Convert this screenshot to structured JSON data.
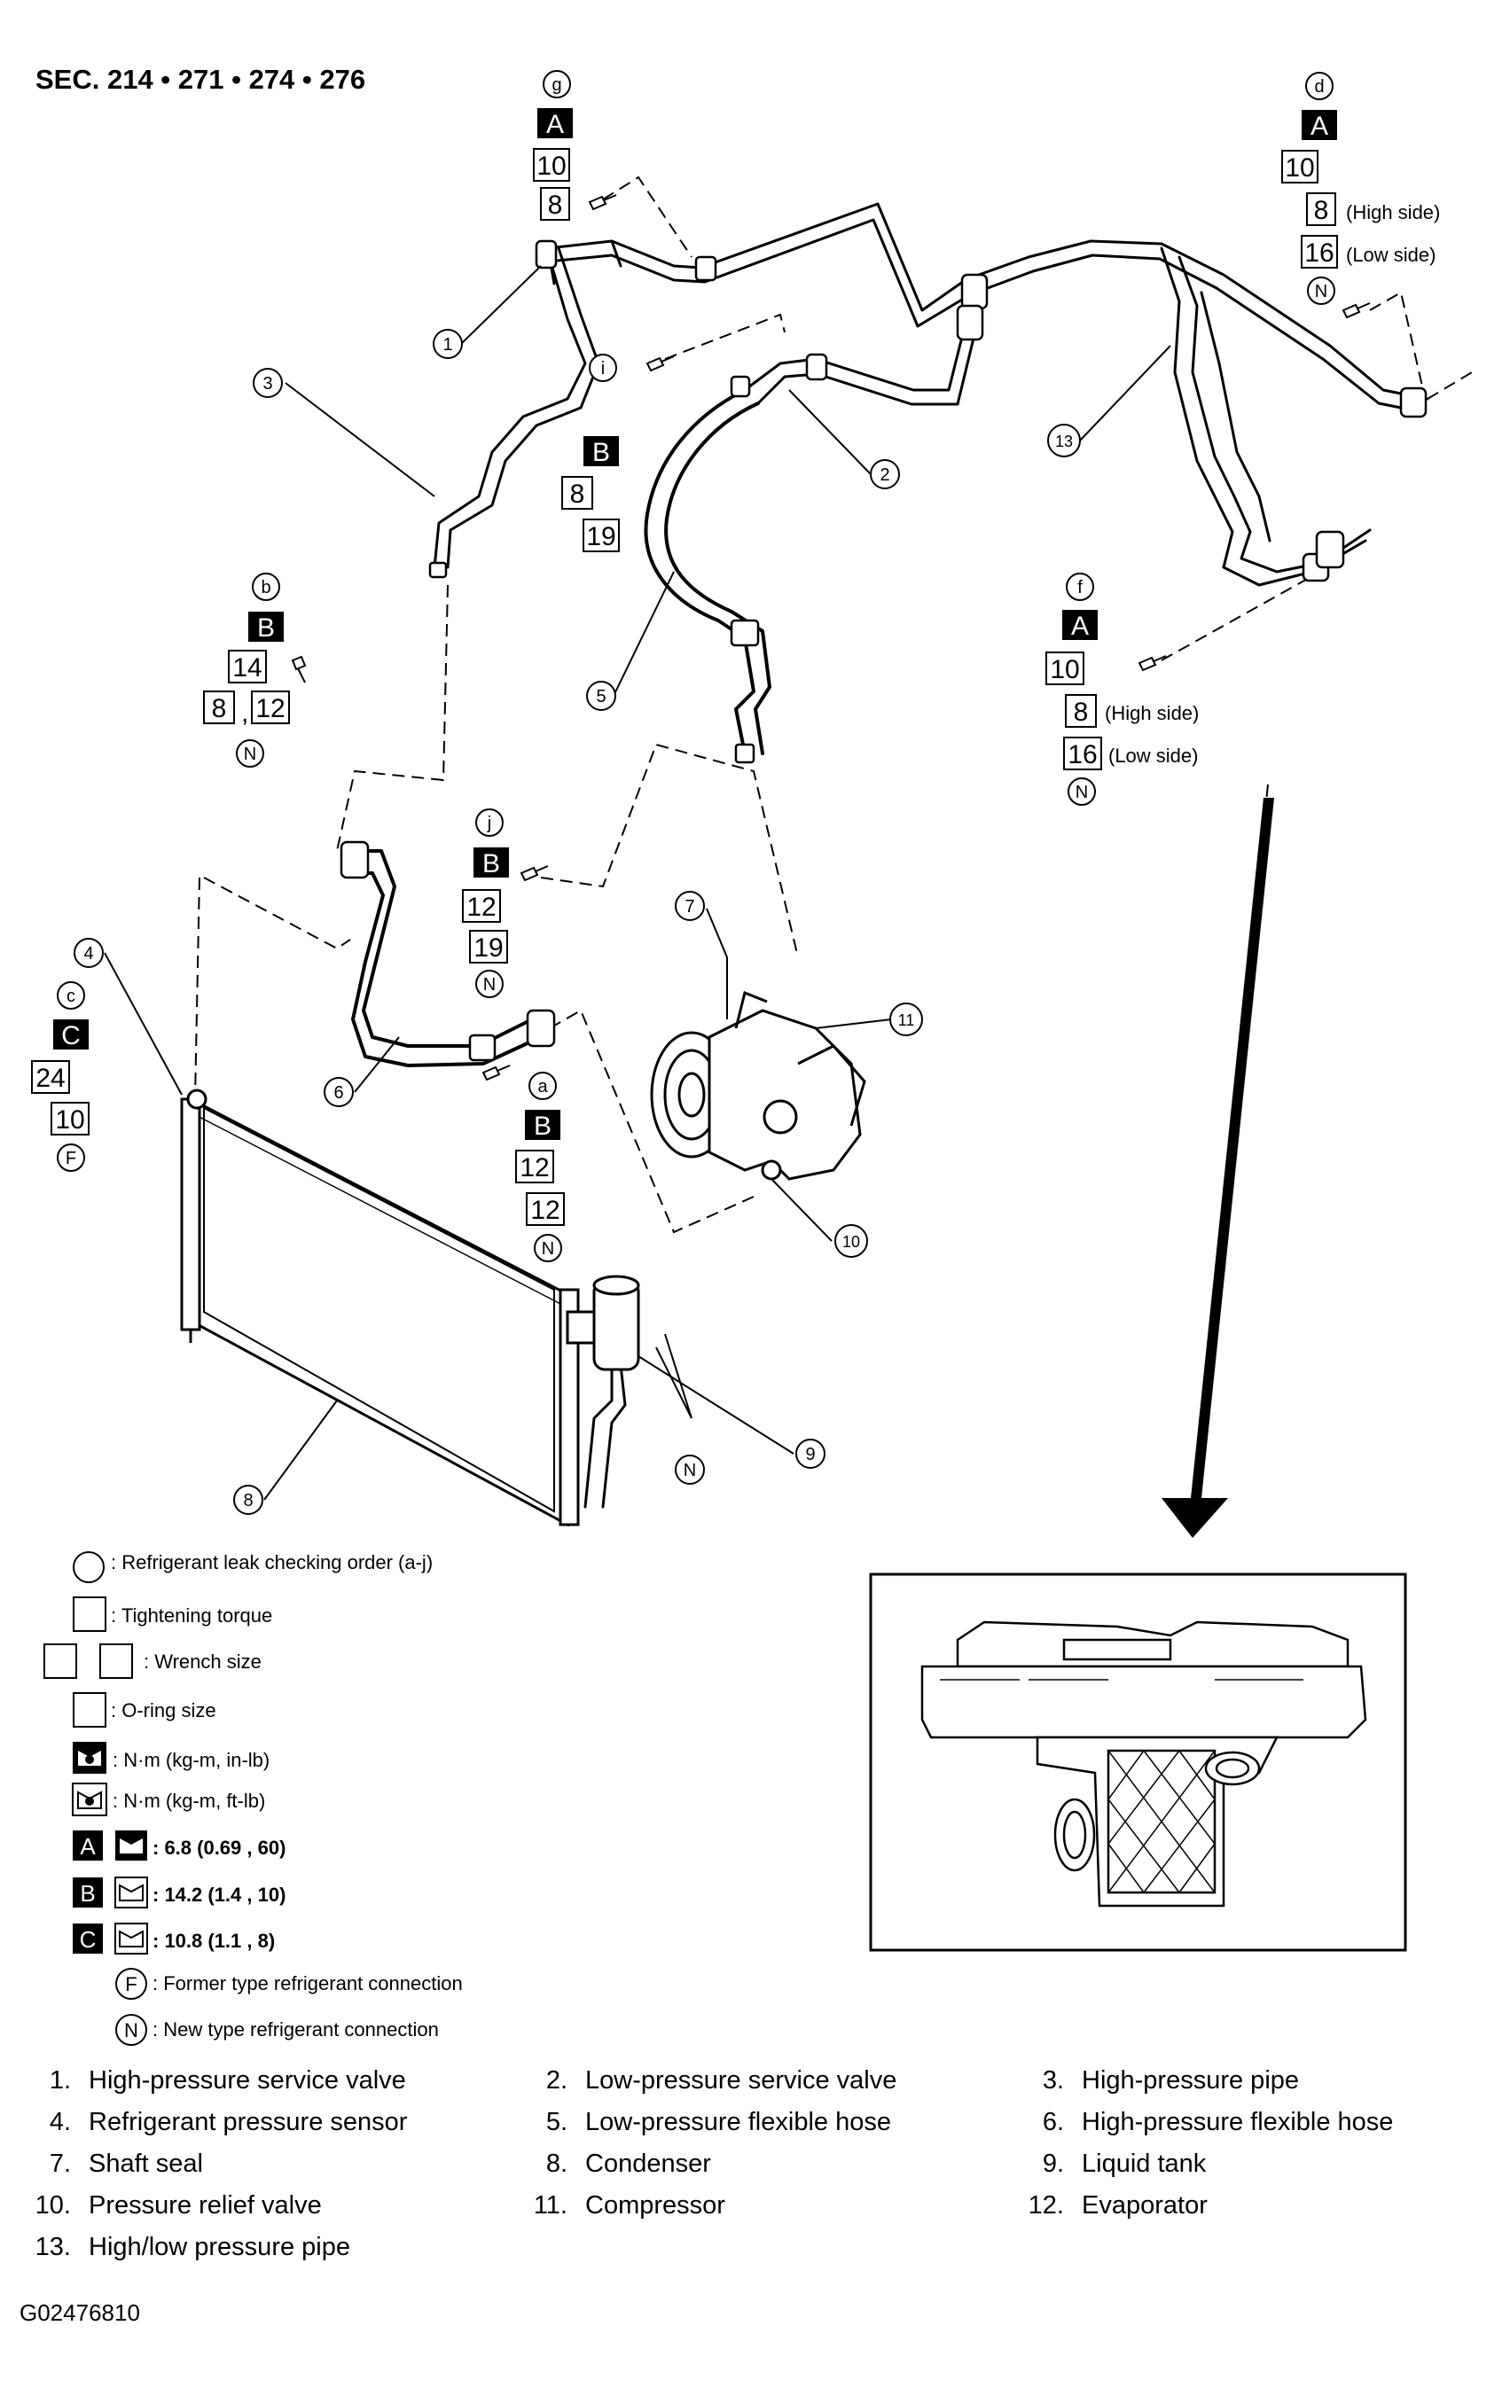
{
  "header": {
    "section": "SEC. 214 • 271 • 274 • 276"
  },
  "footer": {
    "code": "G02476810"
  },
  "side_labels": {
    "high": "(High side)",
    "low": "(Low side)"
  },
  "callouts": {
    "g": {
      "letter": "g",
      "grade": "A",
      "values": [
        "10",
        "8"
      ]
    },
    "d": {
      "letter": "d",
      "grade": "A",
      "values": [
        "10",
        "8",
        "16"
      ],
      "marks": [
        "N"
      ]
    },
    "i": {
      "letter": "i",
      "grade": "B",
      "values": [
        "8",
        "19"
      ]
    },
    "b": {
      "letter": "b",
      "grade": "B",
      "values": [
        "14",
        "8",
        "12"
      ],
      "marks": [
        "N"
      ]
    },
    "f": {
      "letter": "f",
      "grade": "A",
      "values": [
        "10",
        "8",
        "16"
      ],
      "marks": [
        "N"
      ]
    },
    "j": {
      "letter": "j",
      "grade": "B",
      "values": [
        "12",
        "19"
      ],
      "marks": [
        "N"
      ]
    },
    "c": {
      "letter": "c",
      "grade": "C",
      "values": [
        "24",
        "10"
      ],
      "marks": [
        "F"
      ]
    },
    "a": {
      "letter": "a",
      "grade": "B",
      "values": [
        "12",
        "12"
      ],
      "marks": [
        "N"
      ]
    }
  },
  "comma": ",",
  "condenser_marks": [
    "N"
  ],
  "part_numbers": [
    "1",
    "2",
    "3",
    "4",
    "5",
    "6",
    "7",
    "8",
    "9",
    "10",
    "11",
    "12",
    "13"
  ],
  "legend": {
    "leak_order": ": Refrigerant leak checking order (a-j)",
    "tightening": ": Tightening torque",
    "wrench": ": Wrench size",
    "oring": ": O-ring size",
    "unit_inlb": ": N·m (kg-m, in-lb)",
    "unit_ftlb": ": N·m (kg-m, ft-lb)",
    "torque_a": {
      "grade": "A",
      "value": ": 6.8 (0.69 , 60)"
    },
    "torque_b": {
      "grade": "B",
      "value": ": 14.2 (1.4 , 10)"
    },
    "torque_c": {
      "grade": "C",
      "value": ": 10.8 (1.1 , 8)"
    },
    "former": {
      "mark": "F",
      "text": ": Former type refrigerant connection"
    },
    "new": {
      "mark": "N",
      "text": ": New type refrigerant connection"
    }
  },
  "parts": [
    {
      "num": "1.",
      "name": "High-pressure service valve"
    },
    {
      "num": "2.",
      "name": "Low-pressure service valve"
    },
    {
      "num": "3.",
      "name": "High-pressure pipe"
    },
    {
      "num": "4.",
      "name": "Refrigerant pressure sensor"
    },
    {
      "num": "5.",
      "name": "Low-pressure flexible hose"
    },
    {
      "num": "6.",
      "name": "High-pressure flexible hose"
    },
    {
      "num": "7.",
      "name": "Shaft seal"
    },
    {
      "num": "8.",
      "name": "Condenser"
    },
    {
      "num": "9.",
      "name": "Liquid tank"
    },
    {
      "num": "10.",
      "name": "Pressure relief valve"
    },
    {
      "num": "11.",
      "name": "Compressor"
    },
    {
      "num": "12.",
      "name": "Evaporator"
    },
    {
      "num": "13.",
      "name": "High/low pressure pipe"
    }
  ]
}
